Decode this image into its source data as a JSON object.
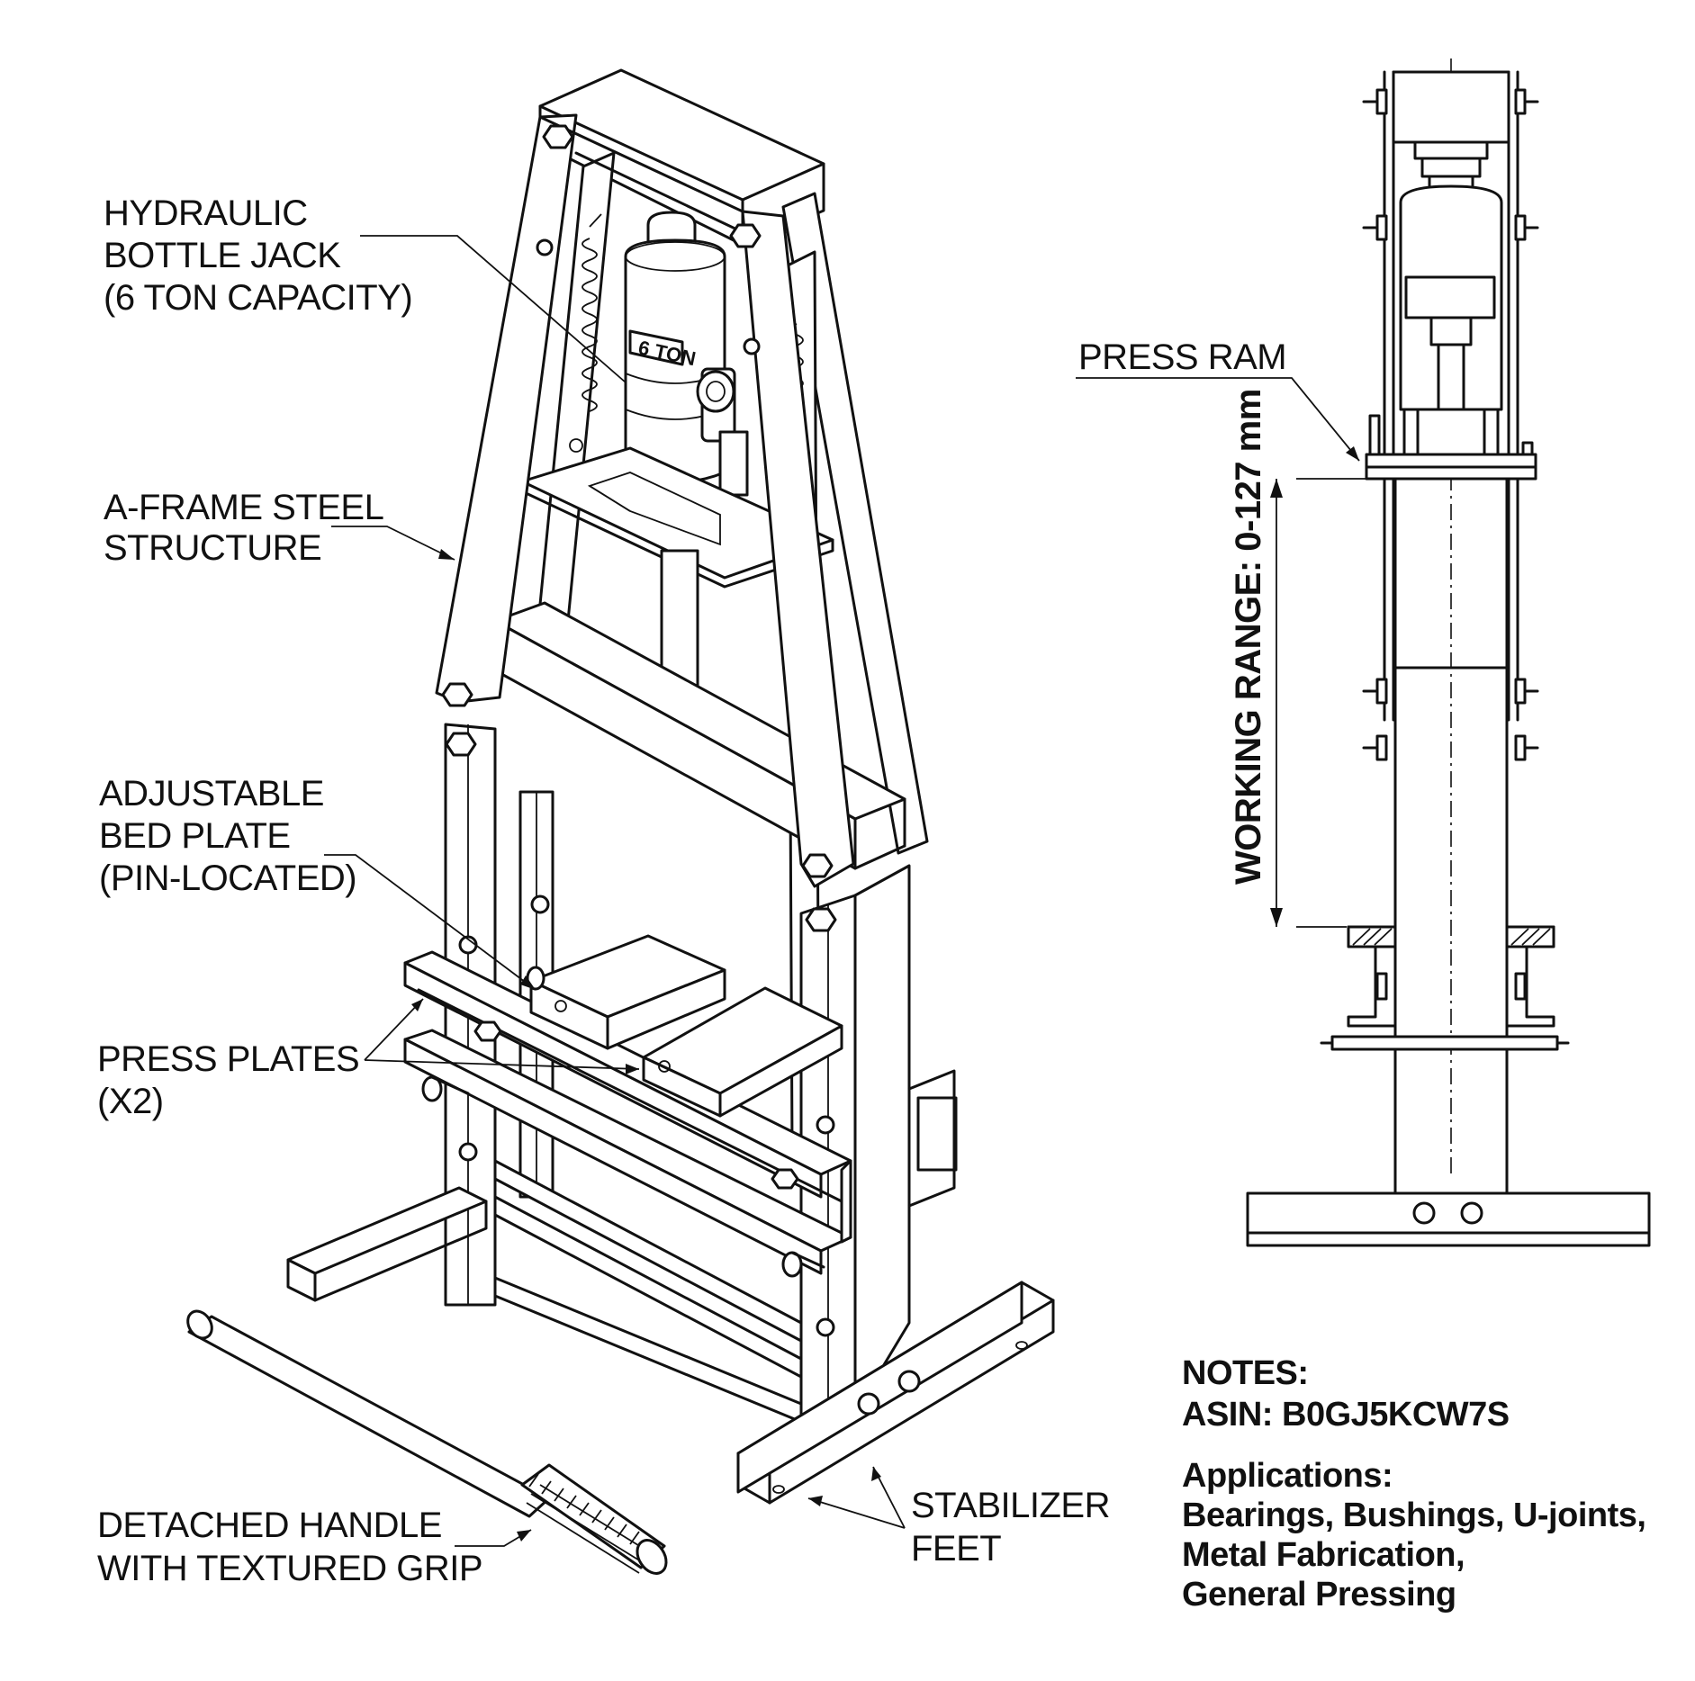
{
  "callouts": {
    "jack": [
      "HYDRAULIC",
      "BOTTLE JACK",
      "(6 TON CAPACITY)"
    ],
    "frame": [
      "A-FRAME STEEL",
      "STRUCTURE"
    ],
    "bed": [
      "ADJUSTABLE",
      "BED PLATE",
      "(PIN-LOCATED)"
    ],
    "plates": [
      "PRESS PLATES",
      "(X2)"
    ],
    "handle": [
      "DETACHED HANDLE",
      "WITH TEXTURED GRIP"
    ],
    "feet": [
      "STABILIZER",
      "FEET"
    ],
    "ram": "PRESS RAM",
    "range": "WORKING RANGE: 0-127 mm",
    "jack_marking": "6 TON"
  },
  "notes": {
    "heading": "NOTES:",
    "asin": "ASIN: B0GJ5KCW7S",
    "applications_heading": "Applications:",
    "applications": [
      "Bearings, Bushings, U-joints,",
      "Metal Fabrication,",
      "General Pressing"
    ]
  }
}
